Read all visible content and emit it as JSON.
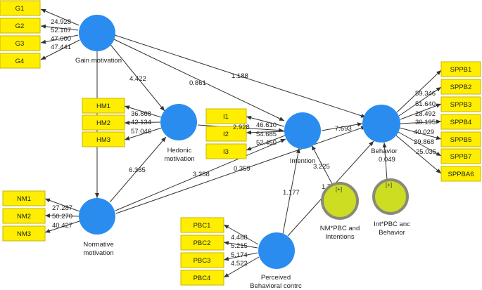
{
  "colors": {
    "construct": "#2b8cf0",
    "indicator": "#ffee00",
    "indicator_border": "#c8b400",
    "moderator": "#ccdd22",
    "moderator_border": "#8a8a7a",
    "arrow": "#333333"
  },
  "constructs": {
    "gain": {
      "label": "Gain motivation"
    },
    "hedonic": {
      "label": [
        "Hedonic",
        "motivation"
      ]
    },
    "normative": {
      "label": [
        "Normative",
        "motivation"
      ]
    },
    "intention": {
      "label": "Intention"
    },
    "behavior": {
      "label": "Behavior"
    },
    "pbc": {
      "label": [
        "Perceived",
        "Behavioral contrc"
      ]
    },
    "nmpbc": {
      "label": [
        "NM*PBC and",
        "Intentions"
      ],
      "badge": "[+]"
    },
    "intpbc": {
      "label": [
        "Int*PBC anc",
        "Behavior"
      ],
      "badge": "[+]"
    }
  },
  "indicators": {
    "gain": [
      {
        "name": "G1",
        "value": "24.928"
      },
      {
        "name": "G2",
        "value": "52.107"
      },
      {
        "name": "G3",
        "value": "47.000"
      },
      {
        "name": "G4",
        "value": "47.441"
      }
    ],
    "hedonic": [
      {
        "name": "HM1",
        "value": "36.868"
      },
      {
        "name": "HM2",
        "value": "42.134"
      },
      {
        "name": "HM3",
        "value": "57.046"
      }
    ],
    "intention": [
      {
        "name": "I1",
        "value": "46.610"
      },
      {
        "name": "I2",
        "value": "54.685"
      },
      {
        "name": "I3",
        "value": "52.450"
      }
    ],
    "normative": [
      {
        "name": "NM1",
        "value": "27.287"
      },
      {
        "name": "NM2",
        "value": "50.270"
      },
      {
        "name": "NM3",
        "value": "40.427"
      }
    ],
    "pbc": [
      {
        "name": "PBC1",
        "value": "4.488"
      },
      {
        "name": "PBC2",
        "value": "5.215"
      },
      {
        "name": "PBC3",
        "value": "5.174"
      },
      {
        "name": "PBC4",
        "value": "4.522"
      }
    ],
    "behavior": [
      {
        "name": "SPPB1",
        "value": "59.346"
      },
      {
        "name": "SPPB2",
        "value": "51.640"
      },
      {
        "name": "SPPB3",
        "value": "28.492"
      },
      {
        "name": "SPPB4",
        "value": "30.195"
      },
      {
        "name": "SPPB5",
        "value": "40.029"
      },
      {
        "name": "SPPB7",
        "value": "29.868"
      },
      {
        "name": "SPPBA6",
        "value": "25.035"
      }
    ]
  },
  "paths": {
    "gain_hedonic": "4.422",
    "gain_intention": "0.861",
    "gain_behavior": "1.188",
    "hedonic_intention": "2.928",
    "normative_hedonic": "6.385",
    "normative_intention": "3.288",
    "normative_behavior": "0.359",
    "intention_behavior": "7.693",
    "pbc_intention": "1.177",
    "pbc_behavior": "1.7",
    "nmpbc_intention": "3.225",
    "intpbc_behavior": "0.049"
  }
}
